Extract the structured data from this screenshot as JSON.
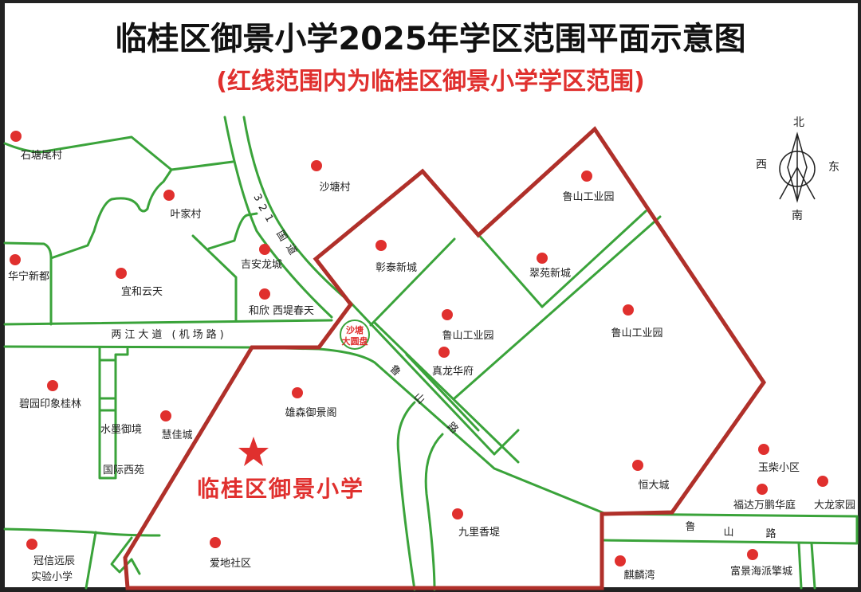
{
  "title": "临桂区御景小学2025年学区范围平面示意图",
  "subtitle": "(红线范围内为临桂区御景小学学区范围)",
  "colors": {
    "boundary": "#b0302a",
    "road": "#3aa33a",
    "marker": "#e0302e"
  },
  "school": {
    "name": "临桂区御景小学",
    "icon": "star-icon"
  },
  "roundabout": {
    "line1": "沙塘",
    "line2": "大圆盘"
  },
  "roads": {
    "liangjiang": "两江大道 (机场路)",
    "guodao": [
      "3",
      "2",
      "1",
      "国",
      "道"
    ],
    "lushan_diag": [
      "鲁",
      "山",
      "路"
    ],
    "lushan_bottom": [
      "鲁",
      "山",
      "路"
    ]
  },
  "compass": {
    "north": "北",
    "south": "南",
    "east": "东",
    "west": "西"
  },
  "places": [
    "石塘尾村",
    "沙塘村",
    "叶家村",
    "华宁新都",
    "宜和云天",
    "吉安龙城",
    "和欣 西堤春天",
    "彰泰新城",
    "鲁山工业园",
    "翠苑新城",
    "鲁山工业园",
    "鲁山工业园",
    "真龙华府",
    "雄森御景阁",
    "碧园印象桂林",
    "慧佳城",
    "水墨御境",
    "国际西苑",
    "爱地社区",
    "九里香堤",
    "冠信远辰",
    "实验小学",
    "恒大城",
    "玉柴小区",
    "福达万鹏华庭",
    "大龙家园",
    "麒麟湾",
    "富景海派擎城"
  ]
}
